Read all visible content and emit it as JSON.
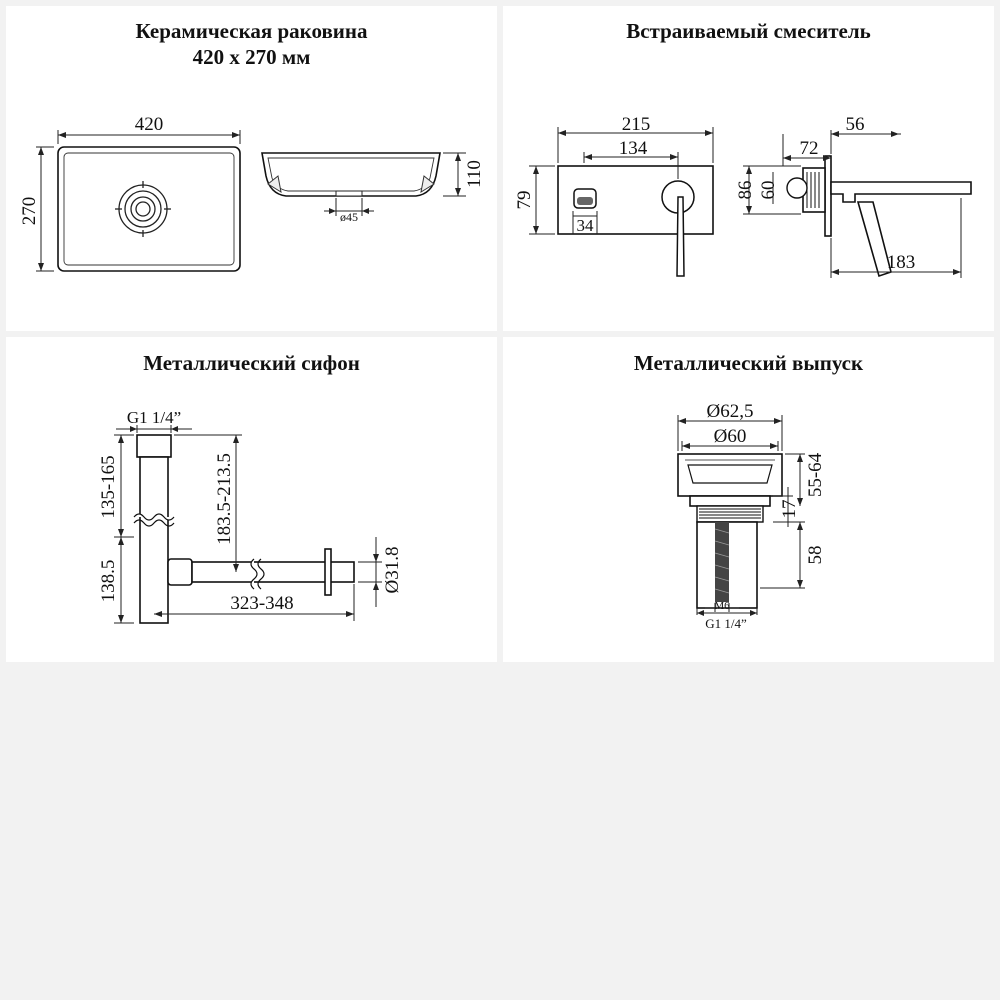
{
  "panels": {
    "sink": {
      "title_line1": "Керамическая раковина",
      "title_line2": "420 х 270 мм",
      "dim_width": "420",
      "dim_height": "270",
      "dim_side_height": "110",
      "dim_drain": "ø45"
    },
    "mixer": {
      "title": "Встраиваемый смеситель",
      "dim_total_width": "215",
      "dim_inner_width": "134",
      "dim_height": "79",
      "dim_button": "34",
      "dim_side_top": "72",
      "dim_side_depth": "56",
      "dim_side_h1": "86",
      "dim_side_h2": "60",
      "dim_spout": "183"
    },
    "siphon": {
      "title": "Металлический сифон",
      "dim_thread": "G1 1/4”",
      "dim_upper": "135-165",
      "dim_lower": "138.5",
      "dim_drop": "183.5-213.5",
      "dim_length": "323-348",
      "dim_diameter": "Ø31.8"
    },
    "drain": {
      "title": "Металлический выпуск",
      "dim_outer": "Ø62,5",
      "dim_inner": "Ø60",
      "dim_range": "55-64",
      "dim_17": "17",
      "dim_58": "58",
      "dim_m6": "M6",
      "dim_thread": "G1 1/4”"
    }
  }
}
